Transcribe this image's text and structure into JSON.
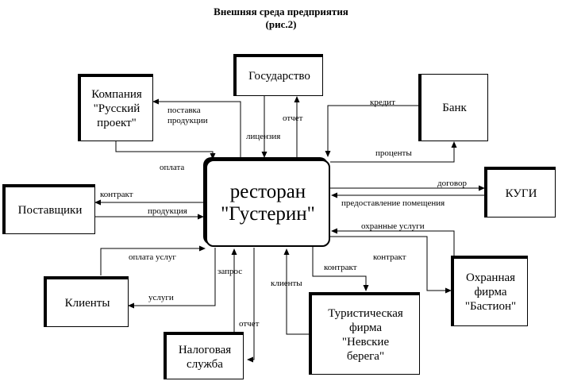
{
  "title": {
    "line1": "Внешняя среда предприятия",
    "line2": "(рис.2)"
  },
  "center": {
    "label": "ресторан\n\"Густерин\""
  },
  "entities": {
    "company": "Компания\n\"Русский\nпроект\"",
    "state": "Государство",
    "bank": "Банк",
    "kugi": "КУГИ",
    "suppliers": "Поставщики",
    "clients": "Клиенты",
    "tax": "Налоговая\nслужба",
    "tour": "Туристическая\nфирма\n\"Невские\nберега\"",
    "security": "Охранная\nфирма\n\"Бастион\""
  },
  "flows": {
    "supply_products": "поставка\nпродукции",
    "license": "лицензия",
    "report_state": "отчет",
    "credit": "кредит",
    "interest": "проценты",
    "payment": "оплата",
    "contract_kugi": "договор",
    "premises": "предоставление помещения",
    "contract_suppliers": "контракт",
    "products": "продукция",
    "security_services": "охранные услуги",
    "contract_security": "контракт",
    "payment_services": "оплата услуг",
    "contract_tour": "контракт",
    "request": "запрос",
    "clients_flow": "клиенты",
    "services": "услуги",
    "report_tax": "отчет"
  }
}
